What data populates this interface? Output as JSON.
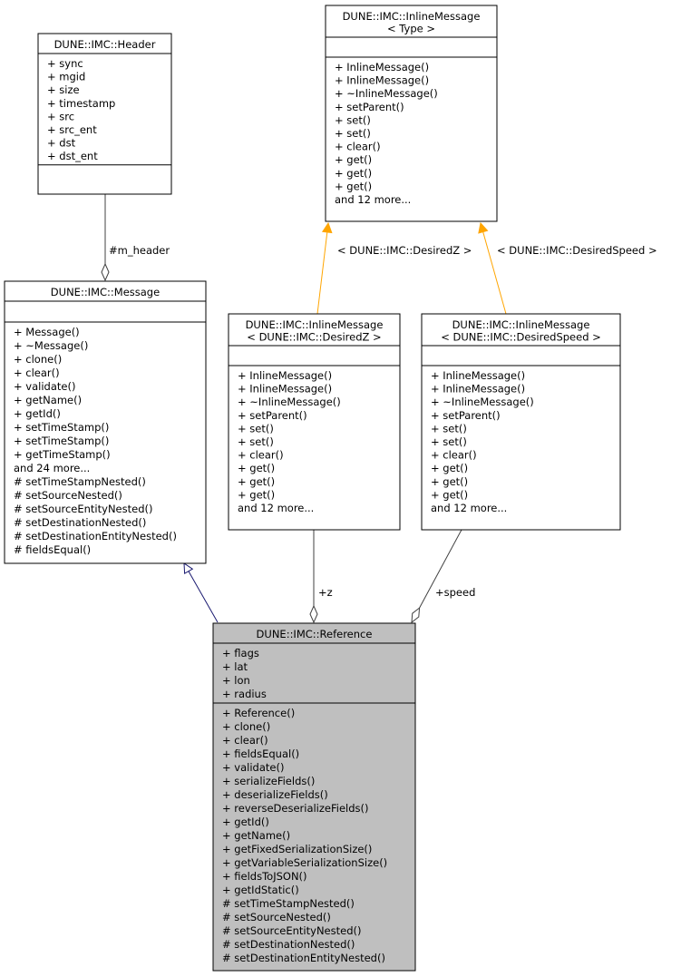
{
  "colors": {
    "background": "#ffffff",
    "box_fill": "#ffffff",
    "highlight_fill": "#bfbfbf",
    "inheritance_edge": "#191970",
    "template_edge": "#ffa500",
    "usage_edge": "#404040"
  },
  "classes": {
    "header": {
      "title": [
        "DUNE::IMC::Header"
      ],
      "attributes": [
        "+ sync",
        "+ mgid",
        "+ size",
        "+ timestamp",
        "+ src",
        "+ src_ent",
        "+ dst",
        "+ dst_ent"
      ],
      "methods": []
    },
    "inline_type": {
      "title": [
        "DUNE::IMC::InlineMessage",
        "< Type >"
      ],
      "attributes": [],
      "methods": [
        "+ InlineMessage()",
        "+ InlineMessage()",
        "+ ~InlineMessage()",
        "+ setParent()",
        "+ set()",
        "+ set()",
        "+ clear()",
        "+ get()",
        "+ get()",
        "+ get()",
        "and 12 more..."
      ]
    },
    "message": {
      "title": [
        "DUNE::IMC::Message"
      ],
      "attributes": [],
      "methods": [
        "+ Message()",
        "+ ~Message()",
        "+ clone()",
        "+ clear()",
        "+ validate()",
        "+ getName()",
        "+ getId()",
        "+ setTimeStamp()",
        "+ setTimeStamp()",
        "+ getTimeStamp()",
        "and 24 more...",
        "# setTimeStampNested()",
        "# setSourceNested()",
        "# setSourceEntityNested()",
        "# setDestinationNested()",
        "# setDestinationEntityNested()",
        "# fieldsEqual()"
      ]
    },
    "inline_desiredz": {
      "title": [
        "DUNE::IMC::InlineMessage",
        "< DUNE::IMC::DesiredZ >"
      ],
      "attributes": [],
      "methods": [
        "+ InlineMessage()",
        "+ InlineMessage()",
        "+ ~InlineMessage()",
        "+ setParent()",
        "+ set()",
        "+ set()",
        "+ clear()",
        "+ get()",
        "+ get()",
        "+ get()",
        "and 12 more..."
      ]
    },
    "inline_desiredspeed": {
      "title": [
        "DUNE::IMC::InlineMessage",
        "< DUNE::IMC::DesiredSpeed >"
      ],
      "attributes": [],
      "methods": [
        "+ InlineMessage()",
        "+ InlineMessage()",
        "+ ~InlineMessage()",
        "+ setParent()",
        "+ set()",
        "+ set()",
        "+ clear()",
        "+ get()",
        "+ get()",
        "+ get()",
        "and 12 more..."
      ]
    },
    "reference": {
      "title": [
        "DUNE::IMC::Reference"
      ],
      "attributes": [
        "+ flags",
        "+ lat",
        "+ lon",
        "+ radius"
      ],
      "methods": [
        "+ Reference()",
        "+ clone()",
        "+ clear()",
        "+ fieldsEqual()",
        "+ validate()",
        "+ serializeFields()",
        "+ deserializeFields()",
        "+ reverseDeserializeFields()",
        "+ getId()",
        "+ getName()",
        "+ getFixedSerializationSize()",
        "+ getVariableSerializationSize()",
        "+ fieldsToJSON()",
        "+ getIdStatic()",
        "# setTimeStampNested()",
        "# setSourceNested()",
        "# setSourceEntityNested()",
        "# setDestinationNested()",
        "# setDestinationEntityNested()"
      ]
    }
  },
  "edges": {
    "m_header": "#m_header",
    "desiredz_binding": "< DUNE::IMC::DesiredZ >",
    "desiredspeed_binding": "< DUNE::IMC::DesiredSpeed >",
    "z": "+z",
    "speed": "+speed"
  }
}
